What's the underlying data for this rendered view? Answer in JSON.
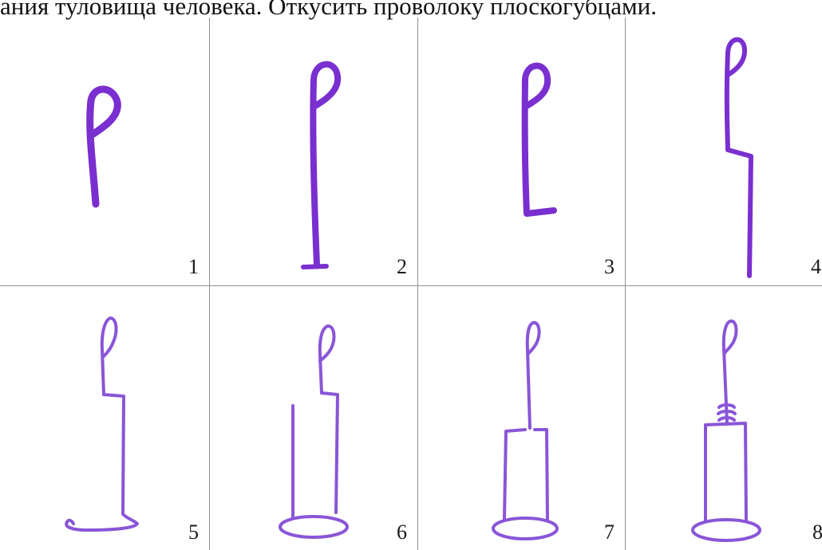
{
  "header": {
    "text": "ания туловища человека. Откусить проволоку плоскогубцами."
  },
  "steps": {
    "labels": [
      "1",
      "2",
      "3",
      "4",
      "5",
      "6",
      "7",
      "8"
    ]
  },
  "colors": {
    "ink_bold": "#7a2fd0",
    "ink_thin": "#8a55d8",
    "grid_line": "#8f8f8f"
  }
}
